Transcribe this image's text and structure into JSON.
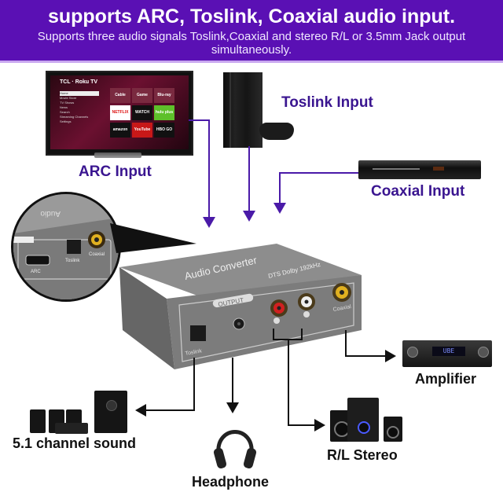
{
  "header": {
    "title": "supports ARC, Toslink, Coaxial audio input.",
    "subtitle": "Supports three audio signals Toslink,Coaxial and stereo R/L or 3.5mm Jack output simultaneously.",
    "background": "#5a10b4"
  },
  "inputs": {
    "arc": "ARC Input",
    "toslink": "Toslink Input",
    "coaxial": "Coaxial Input"
  },
  "outputs": {
    "surround": "5.1 channel sound",
    "headphone": "Headphone",
    "stereo": "R/L Stereo",
    "amplifier": "Amplifier"
  },
  "tv": {
    "brand": "TCL · Roku TV",
    "menu": [
      "Home",
      "Movie Store",
      "TV Shows",
      "News",
      "Search",
      "Streaming Channels",
      "Settings"
    ],
    "tiles": [
      "Cable",
      "Game",
      "Blu-ray",
      "NETFLIX",
      "WATCH ESPN",
      "hulu plus",
      "amazon",
      "YouTube",
      "HBO GO"
    ]
  },
  "device": {
    "name": "Audio Converter",
    "spec": "DTS Dolby 192kHz",
    "output_badge": "OUTPUT",
    "port_toslink": "Toslink",
    "port_coaxial": "Coaxial",
    "port_r": "R",
    "port_l": "L",
    "zoom_ports": [
      "ARC",
      "Toslink",
      "Coaxial"
    ],
    "zoom_text": "Audio"
  },
  "amplifier_display": "UBE",
  "colors": {
    "input_arrows": "#4a1aa8",
    "output_arrows": "#111111",
    "input_labels": "#3a1590"
  }
}
